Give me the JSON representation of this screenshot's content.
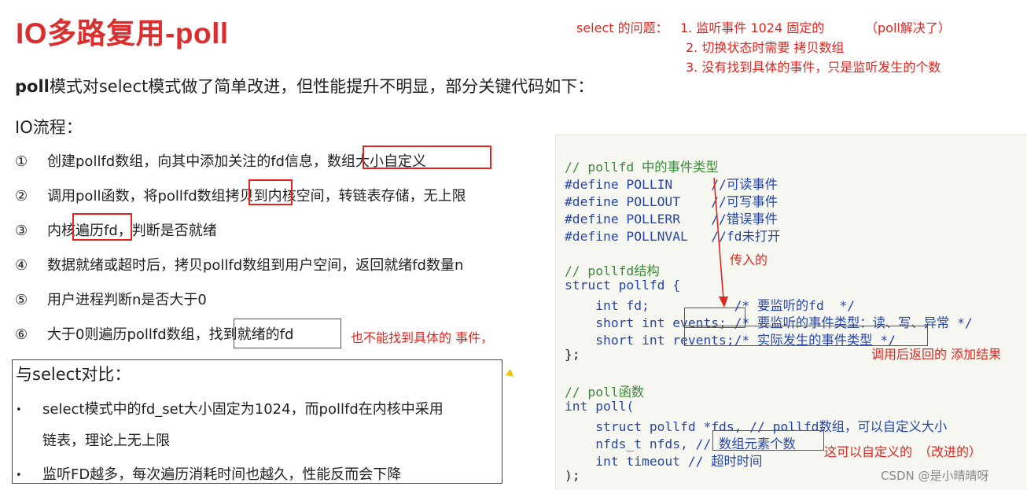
{
  "title": "IO多路复用-poll",
  "annotations": {
    "select_prefix": "select 的问题：",
    "select_1": "1. 监听事件 1024 固定的",
    "select_1_note": "（poll解决了）",
    "select_2": "2. 切换状态时需要 拷贝数组",
    "select_3": "3. 没有找到具体的事件，只是监听发生的个数",
    "step6_note": "也不能找到具体的 事件，",
    "passed_in": "传入的",
    "revents_note": "调用后返回的 添加结果",
    "nfds_note": "这可以自定义的　（改进的）"
  },
  "intro": {
    "bold": "poll",
    "rest": "模式对select模式做了简单改进，但性能提升不明显，部分关键代码如下："
  },
  "flow_label": "IO流程：",
  "steps": [
    {
      "num": "①",
      "text": "创建pollfd数组，向其中添加关注的fd信息，数组大小自定义"
    },
    {
      "num": "②",
      "text": "调用poll函数，将pollfd数组拷贝到内核空间，转链表存储，无上限"
    },
    {
      "num": "③",
      "text": "内核遍历fd，判断是否就绪"
    },
    {
      "num": "④",
      "text": "数据就绪或超时后，拷贝pollfd数组到用户空间，返回就绪fd数量n"
    },
    {
      "num": "⑤",
      "text": "用户进程判断n是否大于0"
    },
    {
      "num": "⑥",
      "text": "大于0则遍历pollfd数组，找到就绪的fd"
    }
  ],
  "compare": {
    "title": "与select对比：",
    "bullet": "•",
    "item1_line1": "select模式中的fd_set大小固定为1024，而pollfd在内核中采用",
    "item1_line2": "链表，理论上无上限",
    "item2": "监听FD越多，每次遍历消耗时间也越久，性能反而会下降"
  },
  "code": {
    "c1": "// pollfd 中的事件类型",
    "d1": "#define POLLIN     //可读事件",
    "d2": "#define POLLOUT    //可写事件",
    "d3": "#define POLLERR    //错误事件",
    "d4": "#define POLLNVAL   //fd未打开",
    "c2": "// pollfd结构",
    "s1": "struct pollfd {",
    "s2": "    int fd;           /* 要监听的fd  */",
    "s3": "    short int events; /* 要监听的事件类型：读、写、异常 */",
    "s4": "    short int revents;/* 实际发生的事件类型 */",
    "s5": "};",
    "c3": "// poll函数",
    "f1": "int poll(",
    "f2": "    struct pollfd *fds, // pollfd数组，可以自定义大小",
    "f3": "    nfds_t nfds, // 数组元素个数",
    "f4": "    int timeout // 超时时间",
    "f5": ");"
  },
  "watermark": "CSDN @是小晴晴呀",
  "colors": {
    "accent_red": "#e0251f",
    "title_red": "#d9302f",
    "code_comment": "#3a8a3a",
    "code_keyword": "#2546a8"
  }
}
